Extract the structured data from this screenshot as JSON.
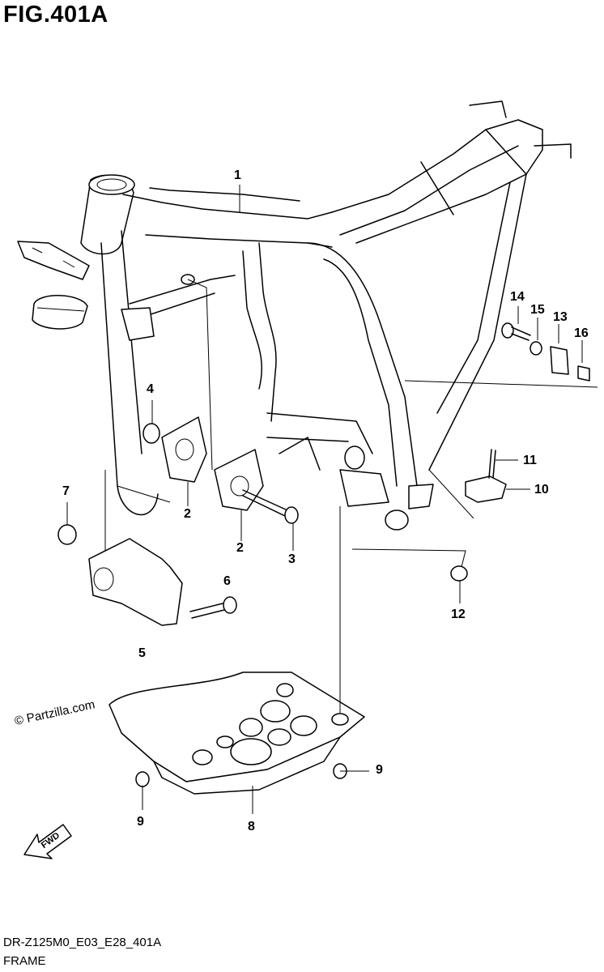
{
  "figure": {
    "title": "FIG.401A",
    "code": "DR-Z125M0_E03_E28_401A",
    "name": "FRAME",
    "watermark": "© Partzilla.com"
  },
  "callouts": [
    {
      "id": "c1",
      "label": "1"
    },
    {
      "id": "c2a",
      "label": "2"
    },
    {
      "id": "c2b",
      "label": "2"
    },
    {
      "id": "c3",
      "label": "3"
    },
    {
      "id": "c4",
      "label": "4"
    },
    {
      "id": "c5",
      "label": "5"
    },
    {
      "id": "c6",
      "label": "6"
    },
    {
      "id": "c7",
      "label": "7"
    },
    {
      "id": "c8",
      "label": "8"
    },
    {
      "id": "c9a",
      "label": "9"
    },
    {
      "id": "c9b",
      "label": "9"
    },
    {
      "id": "c10",
      "label": "10"
    },
    {
      "id": "c11",
      "label": "11"
    },
    {
      "id": "c12",
      "label": "12"
    },
    {
      "id": "c13",
      "label": "13"
    },
    {
      "id": "c14",
      "label": "14"
    },
    {
      "id": "c15",
      "label": "15"
    },
    {
      "id": "c16",
      "label": "16"
    }
  ],
  "fwd_label": "FWD"
}
